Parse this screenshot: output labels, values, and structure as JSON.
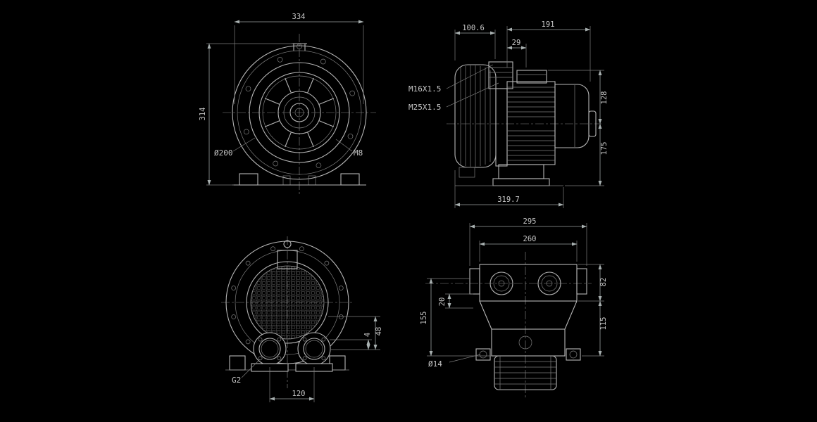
{
  "colors": {
    "background": "#000000",
    "line": "#b6b6b6",
    "dim_text": "#c6c6c6"
  },
  "views": {
    "front": {
      "dim_width": "334",
      "dim_height": "314",
      "label_flange": "Ø200",
      "label_bolt": "M8"
    },
    "side": {
      "dim_blower_width": "100.6",
      "dim_motor_length": "191",
      "dim_box_offset": "29",
      "label_thread_small": "M16X1.5",
      "label_thread_large": "M25X1.5",
      "dim_height_upper": "128",
      "dim_height_lower": "175",
      "dim_total_length": "319.7"
    },
    "rear": {
      "dim_port_height": "48",
      "dim_flange_thickness": "4",
      "label_port_thread": "G2",
      "dim_port_spacing": "120"
    },
    "top": {
      "dim_overall_width": "295",
      "dim_inner_width": "260",
      "dim_depth": "155",
      "dim_offset": "20",
      "dim_upper": "82",
      "dim_lower": "115",
      "label_hole": "Ø14"
    }
  }
}
